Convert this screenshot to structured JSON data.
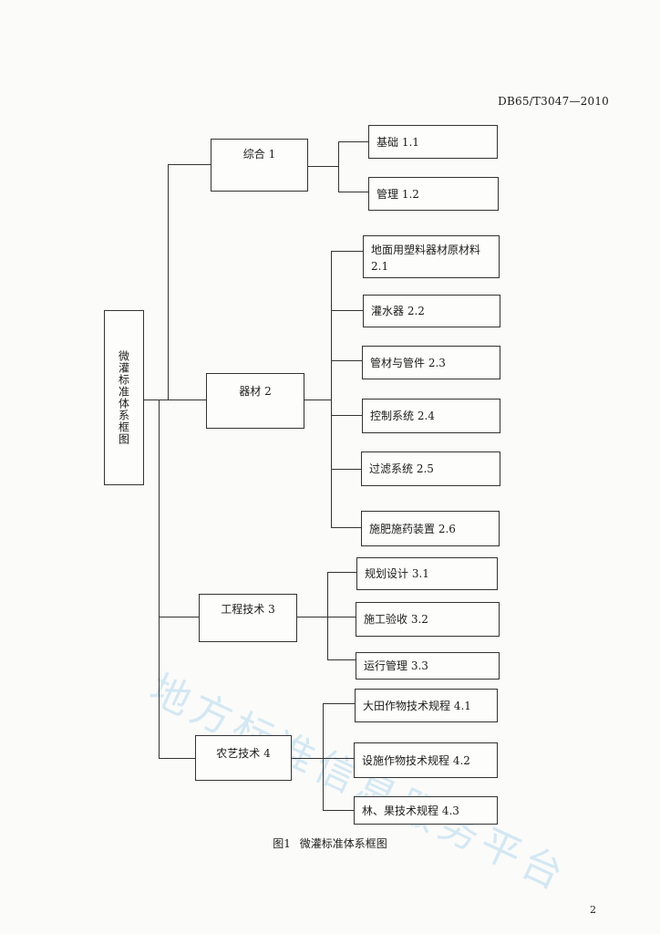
{
  "header": {
    "code": "DB65/T3047—2010"
  },
  "diagram": {
    "root": "微灌标准体系框图",
    "categories": [
      {
        "label": "综合 1",
        "children": [
          "基础 1.1",
          "管理 1.2"
        ]
      },
      {
        "label": "器材 2",
        "children": [
          "地面用塑料器材原材料 2.1",
          "灌水器 2.2",
          "管材与管件 2.3",
          "控制系统 2.4",
          "过滤系统 2.5",
          "施肥施药装置 2.6"
        ]
      },
      {
        "label": "工程技术 3",
        "children": [
          "规划设计 3.1",
          "施工验收 3.2",
          "运行管理 3.3"
        ]
      },
      {
        "label": "农艺技术 4",
        "children": [
          "大田作物技术规程 4.1",
          "设施作物技术规程 4.2",
          "林、果技术规程 4.3"
        ]
      }
    ]
  },
  "caption": "图1 微灌标准体系框图",
  "footer": {
    "page_number": "2"
  },
  "watermark": {
    "text": "地方标准信息服务平台"
  }
}
